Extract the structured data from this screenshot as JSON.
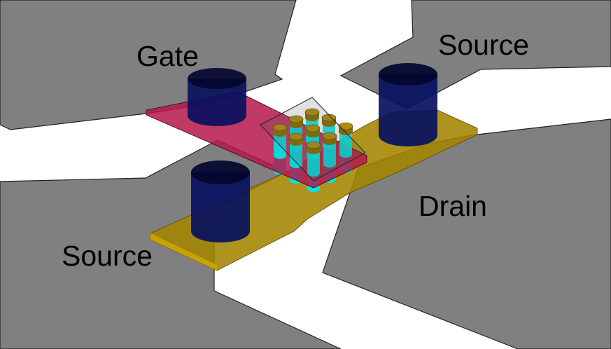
{
  "labels": {
    "gate": "Gate",
    "source_top": "Source",
    "drain": "Drain",
    "source_bottom": "Source"
  },
  "colors": {
    "ground": "#808080",
    "gate_plate": "#b5174a",
    "drain_plate": "#a38400",
    "via": "#06105e",
    "pin": "#00e5e5",
    "pin_cap": "#8a6f00"
  },
  "pin_count": 9
}
